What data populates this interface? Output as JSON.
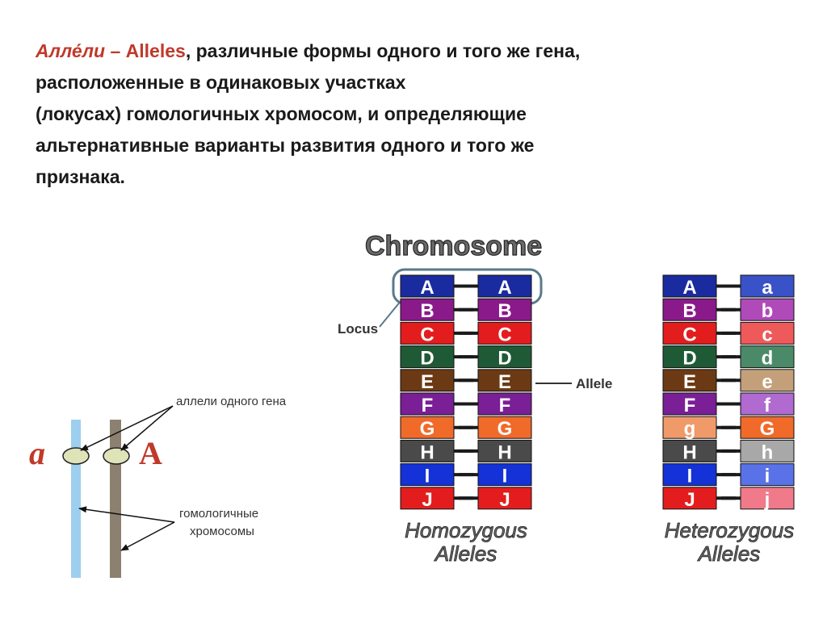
{
  "definition": {
    "term_ru": "Алле́ли",
    "dash": " – ",
    "term_en": "Alleles",
    "line1_rest": ",  различные формы одного и того же гена,",
    "line2": "расположенные в одинаковых участках",
    "line3": "(локусах) гомологичных хромосом,  и определяющие",
    "line4": "альтернативные варианты развития одного и того же",
    "line5": "признака."
  },
  "left_diagram": {
    "allele_small": "a",
    "allele_big": "A",
    "label_alleles": "аллели одного гена",
    "label_chromosomes_line1": "гомологичные",
    "label_chromosomes_line2": "хромосомы",
    "colors": {
      "left_chromosome": "#9ecfee",
      "right_chromosome": "#8c8170",
      "allele_text": "#c0392b",
      "allele_oval": "#dfe3b8"
    }
  },
  "chromosome_diagram": {
    "title": "Chromosome",
    "locus_label": "Locus",
    "allele_label": "Allele",
    "homozygous_label_line1": "Homozygous",
    "homozygous_label_line2": "Alleles",
    "heterozygous_label_line1": "Heterozygous",
    "heterozygous_label_line2": "Alleles",
    "homozygous_rows": [
      {
        "left": "A",
        "right": "A",
        "left_color": "#1a2ba0",
        "right_color": "#1a2ba0"
      },
      {
        "left": "B",
        "right": "B",
        "left_color": "#8a1a8a",
        "right_color": "#8a1a8a"
      },
      {
        "left": "C",
        "right": "C",
        "left_color": "#e31d1d",
        "right_color": "#e31d1d"
      },
      {
        "left": "D",
        "right": "D",
        "left_color": "#1f5a36",
        "right_color": "#1f5a36"
      },
      {
        "left": "E",
        "right": "E",
        "left_color": "#6b3a14",
        "right_color": "#6b3a14"
      },
      {
        "left": "F",
        "right": "F",
        "left_color": "#7a1f96",
        "right_color": "#7a1f96"
      },
      {
        "left": "G",
        "right": "G",
        "left_color": "#f06a2a",
        "right_color": "#f06a2a"
      },
      {
        "left": "H",
        "right": "H",
        "left_color": "#4a4a4a",
        "right_color": "#4a4a4a"
      },
      {
        "left": "I",
        "right": "I",
        "left_color": "#1432d8",
        "right_color": "#1432d8"
      },
      {
        "left": "J",
        "right": "J",
        "left_color": "#e31d1d",
        "right_color": "#e31d1d"
      }
    ],
    "heterozygous_rows": [
      {
        "left": "A",
        "right": "a",
        "left_color": "#1a2ba0",
        "right_color": "#3a52c8"
      },
      {
        "left": "B",
        "right": "b",
        "left_color": "#8a1a8a",
        "right_color": "#b04ab8"
      },
      {
        "left": "C",
        "right": "c",
        "left_color": "#e31d1d",
        "right_color": "#ee5a5a"
      },
      {
        "left": "D",
        "right": "d",
        "left_color": "#1f5a36",
        "right_color": "#4a8a68"
      },
      {
        "left": "E",
        "right": "e",
        "left_color": "#6b3a14",
        "right_color": "#c4a07a"
      },
      {
        "left": "F",
        "right": "f",
        "left_color": "#7a1f96",
        "right_color": "#b06ad0"
      },
      {
        "left": "g",
        "right": "G",
        "left_color": "#f09a6a",
        "right_color": "#f06a2a"
      },
      {
        "left": "H",
        "right": "h",
        "left_color": "#4a4a4a",
        "right_color": "#a8a8a8"
      },
      {
        "left": "I",
        "right": "i",
        "left_color": "#1432d8",
        "right_color": "#5a72e8"
      },
      {
        "left": "J",
        "right": "j",
        "left_color": "#e31d1d",
        "right_color": "#f07a8a"
      }
    ],
    "colors": {
      "locus_outline": "#5a7a8a",
      "connector": "#1a1a1a",
      "label_fill": "#6a6a6a",
      "label_stroke": "#222222"
    }
  }
}
